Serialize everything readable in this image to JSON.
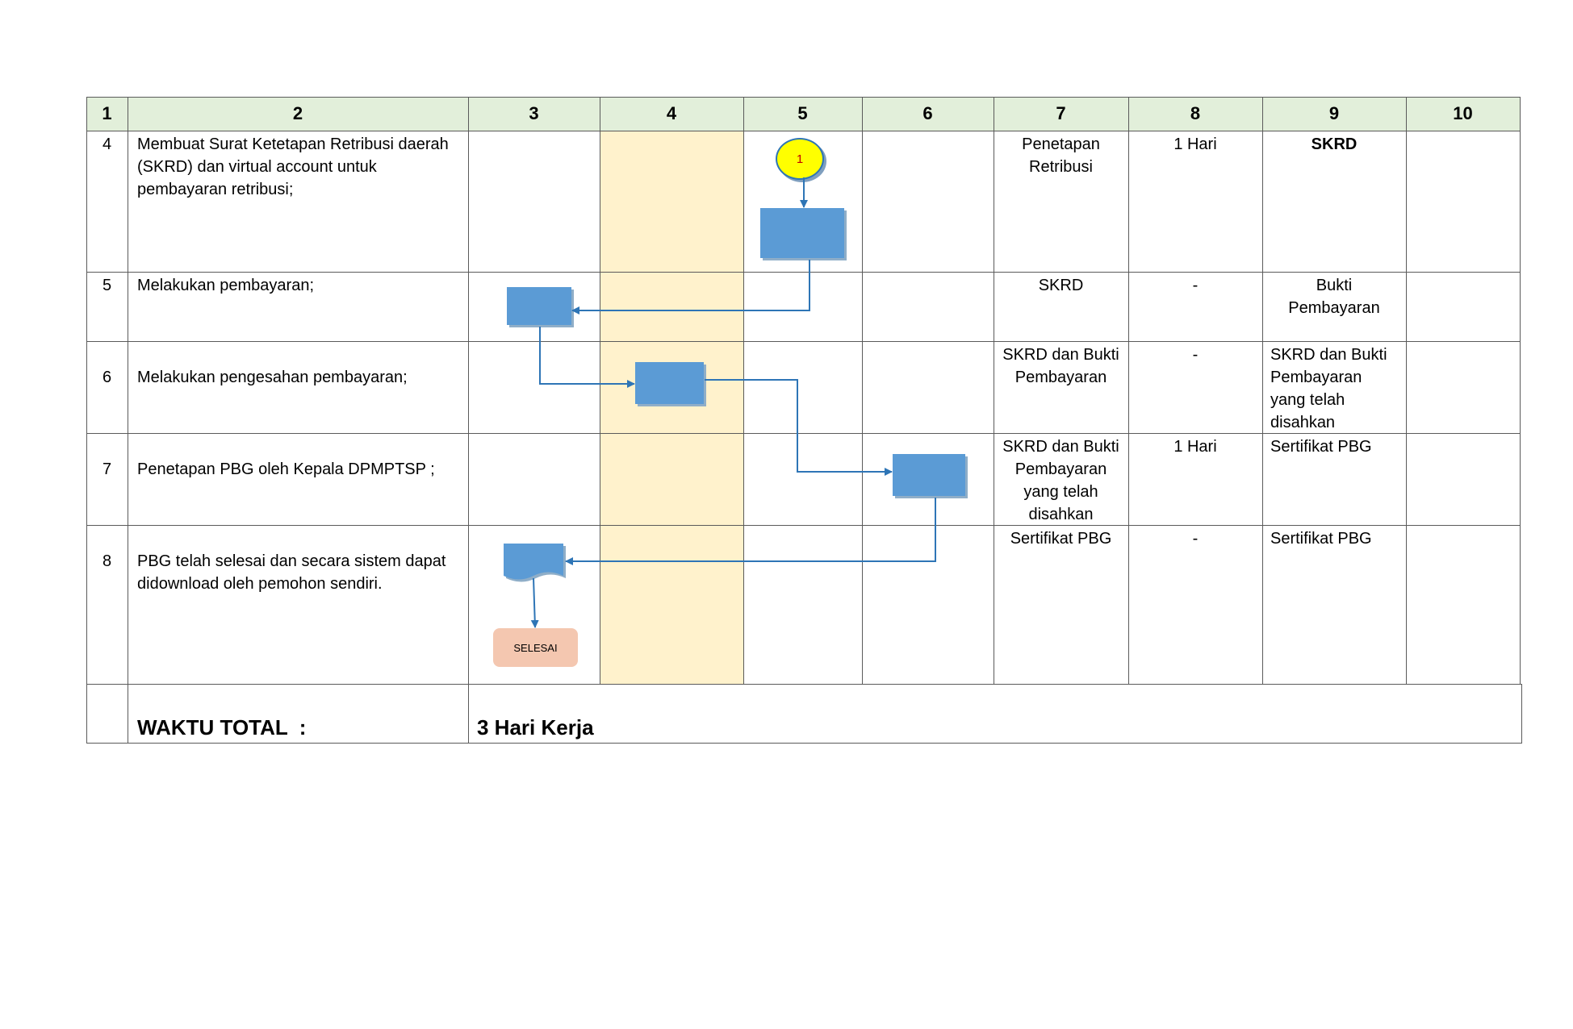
{
  "header": {
    "columns": [
      "1",
      "2",
      "3",
      "4",
      "5",
      "6",
      "7",
      "8",
      "9",
      "10"
    ]
  },
  "rows": [
    {
      "no": "4",
      "activity": "Membuat Surat Ketetapan Retribusi daerah (SKRD) dan virtual account untuk pembayaran retribusi;",
      "input": "Penetapan Retribusi",
      "time": "1 Hari",
      "output": "SKRD",
      "note": ""
    },
    {
      "no": "5",
      "activity": "Melakukan pembayaran;",
      "input": "SKRD",
      "time": "-",
      "output": "Bukti Pembayaran",
      "note": ""
    },
    {
      "no": "6",
      "activity": "Melakukan pengesahan pembayaran;",
      "input": "SKRD dan Bukti Pembayaran",
      "time": "-",
      "output": "SKRD dan Bukti Pembayaran yang telah disahkan",
      "note": ""
    },
    {
      "no": "7",
      "activity": "Penetapan PBG oleh Kepala DPMPTSP ;",
      "input": "SKRD dan Bukti Pembayaran yang telah disahkan",
      "time": "1 Hari",
      "output": "Sertifikat PBG",
      "note": ""
    },
    {
      "no": "8",
      "activity": "PBG telah selesai dan secara sistem dapat didownload oleh pemohon sendiri.",
      "input": "Sertifikat PBG",
      "time": "-",
      "output": "Sertifikat PBG",
      "note": ""
    }
  ],
  "flow": {
    "connector_label": "1",
    "end_label": "SELESAI"
  },
  "total": {
    "label": "WAKTU TOTAL  :",
    "value": "3 Hari Kerja"
  },
  "colors": {
    "header_bg": "#e2efda",
    "band_bg": "#fff2cc",
    "process_fill": "#5b9bd5",
    "connector_fill": "#ffff00",
    "end_fill": "#f4c7b0",
    "arrow": "#2e75b6"
  }
}
